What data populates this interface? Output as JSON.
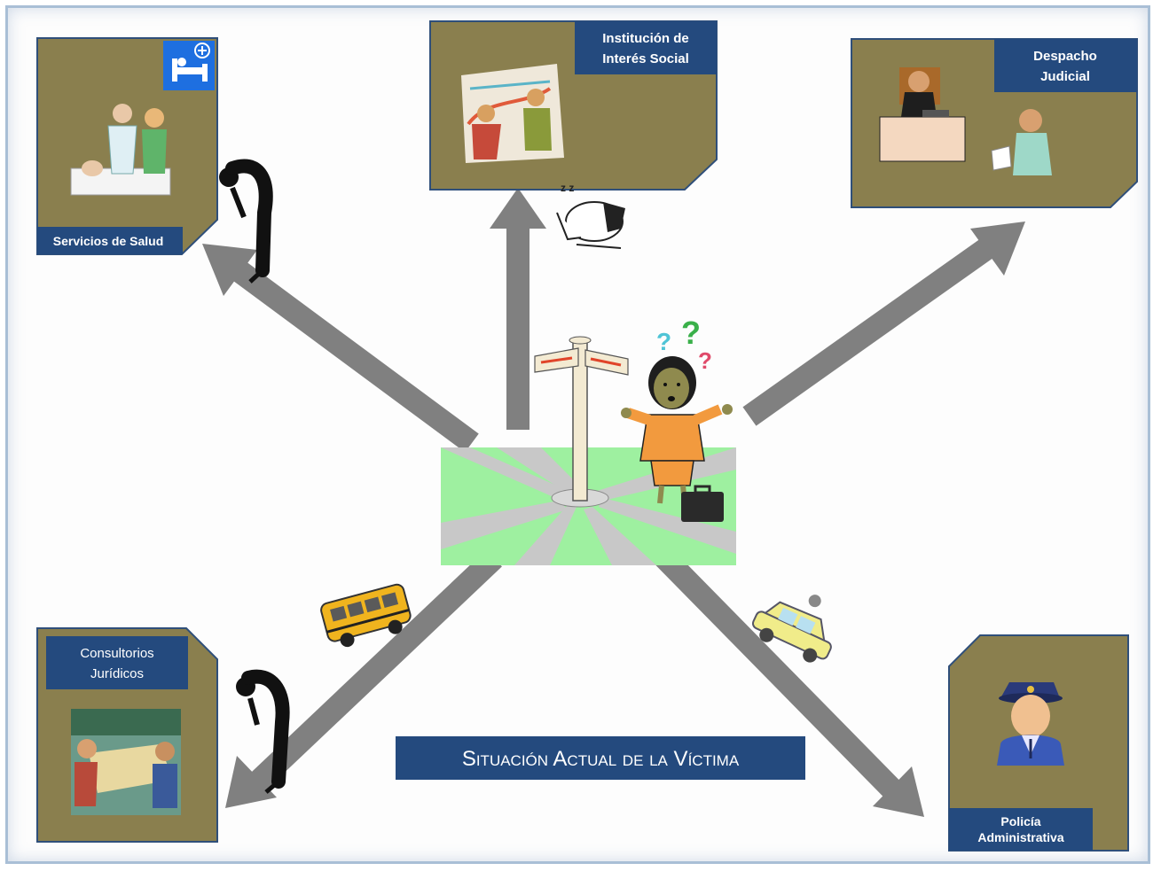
{
  "title": "Situación Actual de la Víctima",
  "institutions": {
    "health": {
      "label": "Servicios de Salud"
    },
    "social": {
      "label_line1": "Institución de",
      "label_line2": "Interés Social"
    },
    "judicial": {
      "label_line1": "Despacho",
      "label_line2": "Judicial"
    },
    "legal": {
      "label_line1": "Consultorios",
      "label_line2": "Jurídicos"
    },
    "police": {
      "label_line1": "Policía",
      "label_line2": "Administrativa"
    }
  },
  "sleep_marks": "z z",
  "question_marks": [
    "?",
    "?",
    "?"
  ],
  "colors": {
    "panel": "#8a7f4e",
    "panel_border": "#2f4f7a",
    "label_bg": "#244a7e",
    "arrow": "#808080",
    "crossroads": "#9ef0a0"
  }
}
